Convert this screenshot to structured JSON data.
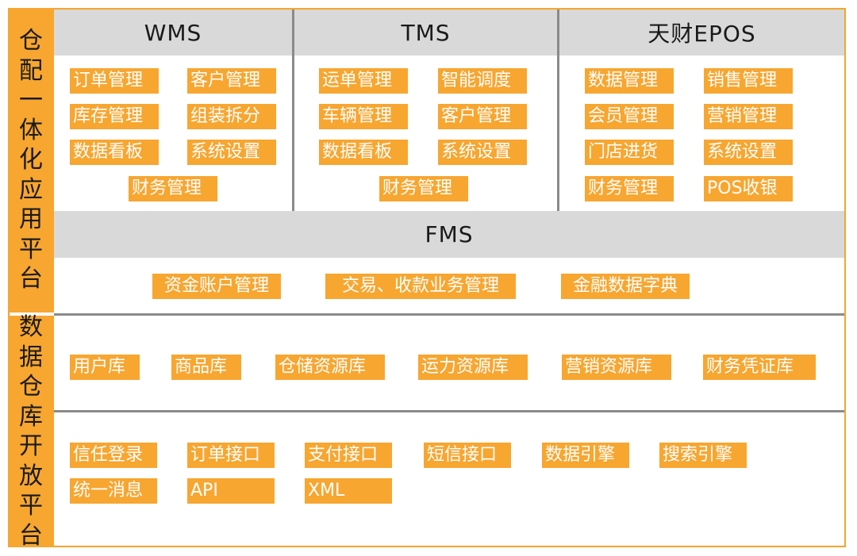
{
  "sidebar": {
    "app_platform_chars": [
      "仓",
      "配",
      "一",
      "体",
      "化",
      "应",
      "用",
      "平",
      "台"
    ],
    "data_platform_chars": [
      "数",
      "据",
      "仓",
      "库",
      "开",
      "放",
      "平",
      "台"
    ]
  },
  "wms": {
    "title": "WMS",
    "items": [
      "订单管理",
      "客户管理",
      "库存管理",
      "组装拆分",
      "数据看板",
      "系统设置",
      "财务管理"
    ]
  },
  "tms": {
    "title": "TMS",
    "items": [
      "运单管理",
      "智能调度",
      "车辆管理",
      "客户管理",
      "数据看板",
      "系统设置",
      "财务管理"
    ]
  },
  "epos": {
    "title": "天财EPOS",
    "items": [
      "数据管理",
      "销售管理",
      "会员管理",
      "营销管理",
      "门店进货",
      "系统设置",
      "财务管理",
      "POS收银"
    ]
  },
  "fms": {
    "title": "FMS",
    "items": [
      "资金账户管理",
      "交易、收款业务管理",
      "金融数据字典"
    ]
  },
  "warehouse": {
    "items": [
      "用户库",
      "商品库",
      "仓储资源库",
      "运力资源库",
      "营销资源库",
      "财务凭证库"
    ]
  },
  "open": {
    "items": [
      "信任登录",
      "订单接口",
      "支付接口",
      "短信接口",
      "数据引擎",
      "搜索引擎",
      "统一消息",
      "API",
      "XML"
    ]
  },
  "colors": {
    "accent": "#f7a630",
    "header_bg": "#d9d9d9",
    "divider": "#8a8a8a"
  }
}
